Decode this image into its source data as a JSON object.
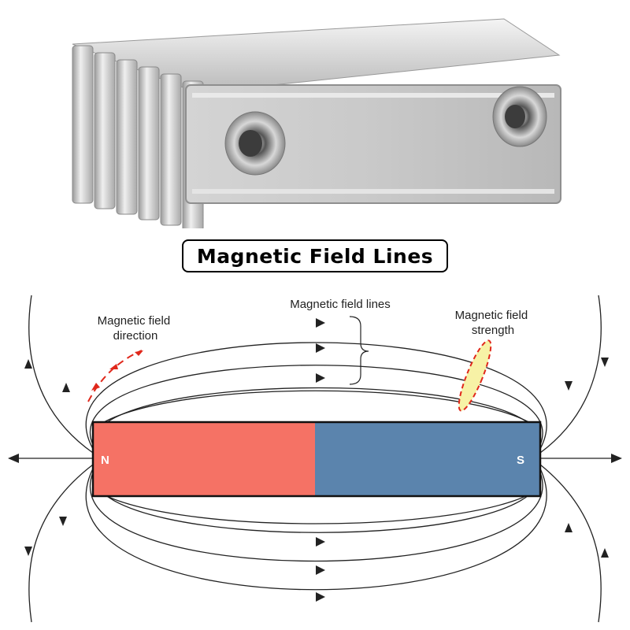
{
  "title": "Magnetic Field Lines",
  "magnet": {
    "north_label": "N",
    "south_label": "S",
    "north_color": "#f57265",
    "south_color": "#5b84ad"
  },
  "annotations": {
    "field_direction": [
      "Magnetic field",
      "direction"
    ],
    "field_lines": "Magnetic field lines",
    "field_strength": [
      "Magnetic field",
      "strength"
    ]
  },
  "colors": {
    "field_line": "#222222",
    "direction_arrow": "#e0281b",
    "strength_fill": "#f7f2a6"
  },
  "icons": [
    "arrow-right-icon",
    "arrow-left-icon",
    "arrow-up-icon",
    "arrow-down-icon"
  ]
}
